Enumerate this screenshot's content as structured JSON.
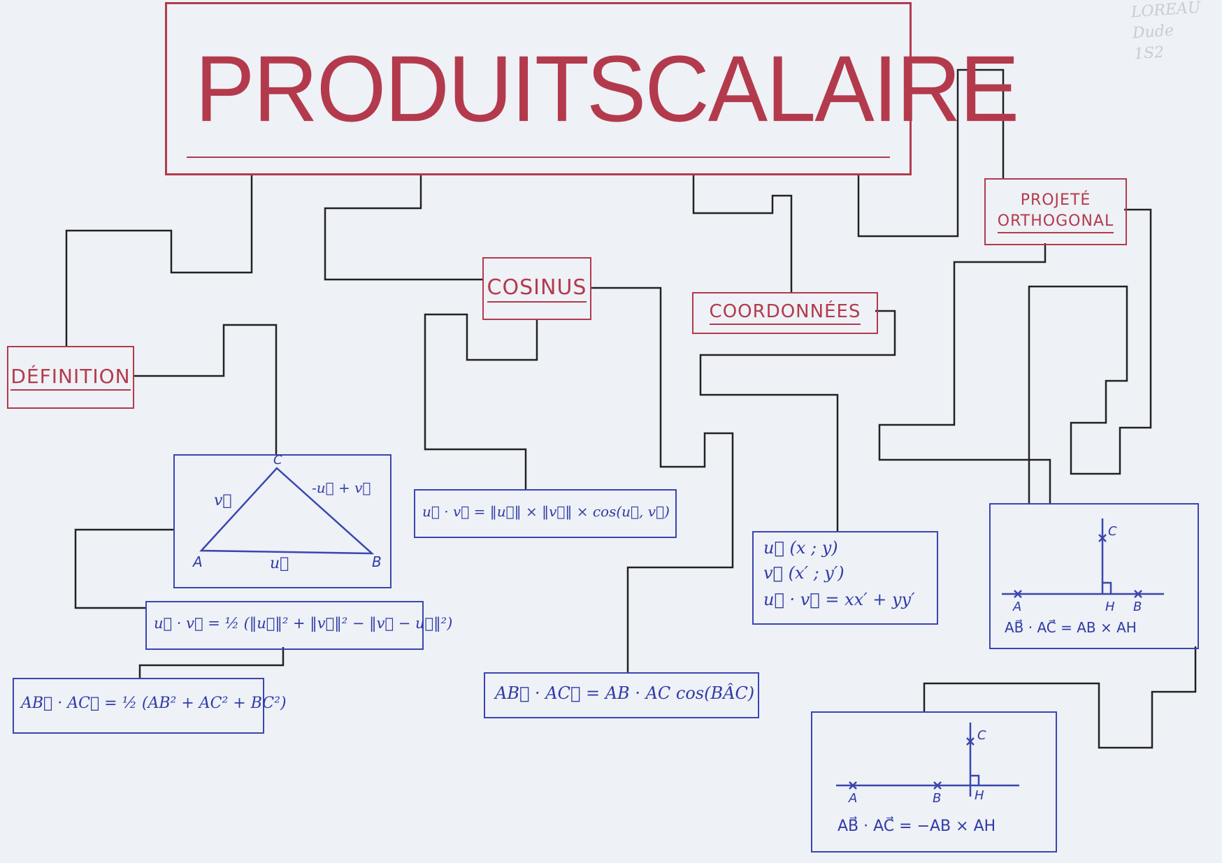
{
  "title": {
    "word1": "PRODUIT",
    "word2": "SCALAIRE"
  },
  "corner_note": {
    "line1": "LOREAU",
    "line2": "Dude",
    "line3": "1S2"
  },
  "sections": {
    "definition": "DÉFINITION",
    "cosinus": "COSINUS",
    "coordonnees": "COORDONNÉES",
    "projete_line1": "PROJETÉ",
    "projete_line2": "ORTHOGONAL"
  },
  "definition": {
    "triangle": {
      "vertex_a": "A",
      "vertex_b": "B",
      "vertex_c": "C",
      "side_ab": "u⃗",
      "side_ac": "v⃗",
      "side_bc": "-u⃗ + v⃗"
    },
    "formula_norms": "u⃗ · v⃗ = ½ (‖u⃗‖² + ‖v⃗‖² − ‖v⃗ − u⃗‖²)",
    "formula_lengths": "AB⃗ · AC⃗ = ½ (AB² + AC² + BC²)"
  },
  "cosinus": {
    "formula_vectors": "u⃗ · v⃗ = ‖u⃗‖ × ‖v⃗‖ × cos(u⃗, v⃗)",
    "formula_points": "AB⃗ · AC⃗ = AB · AC cos(BÂC)"
  },
  "coordonnees": {
    "line_u": "u⃗ (x ; y)",
    "line_v": "v⃗ (x′ ; y′)",
    "line_product": "u⃗ · v⃗ = xx′ + yy′"
  },
  "projete": {
    "case1": {
      "a": "A",
      "b": "B",
      "c": "C",
      "h": "H",
      "formula": "AB⃗ · AC⃗ = AB × AH"
    },
    "case2": {
      "a": "A",
      "b": "B",
      "c": "C",
      "h": "H",
      "formula": "AB⃗ · AC⃗ = −AB × AH"
    }
  },
  "colors": {
    "red": "#b33a4c",
    "blue": "#3a46b0",
    "line": "#222222",
    "paper": "#eef1f6"
  }
}
